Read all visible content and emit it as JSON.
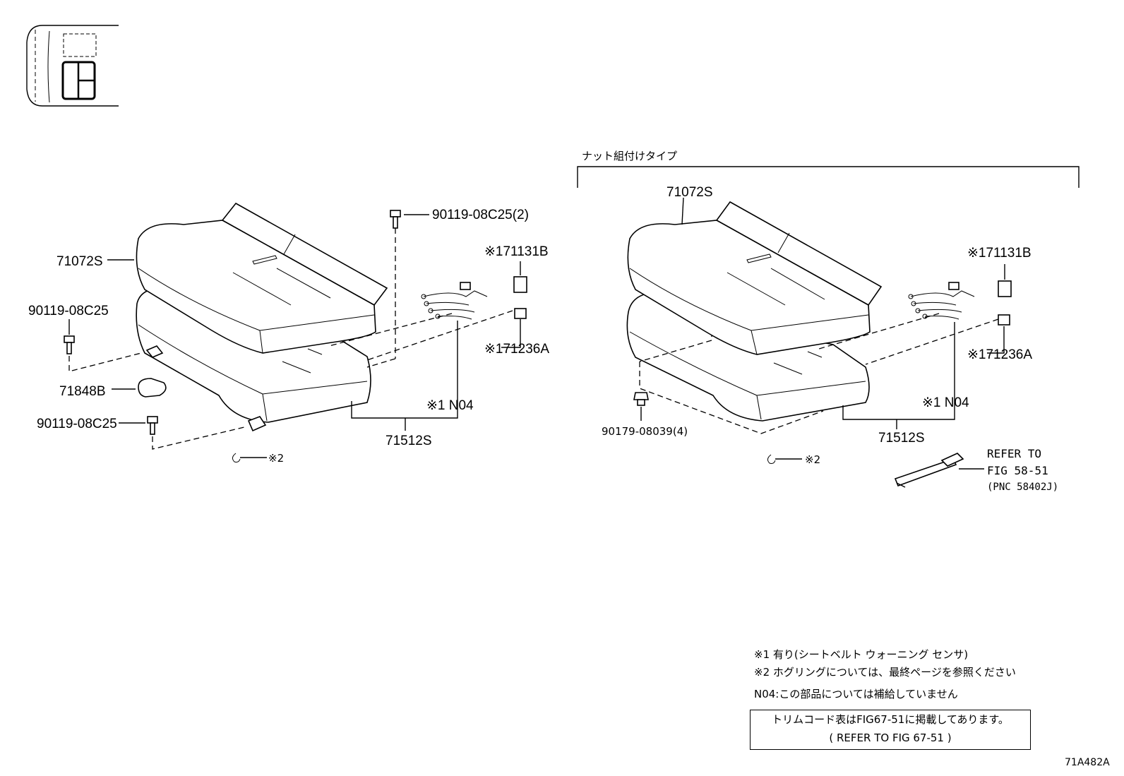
{
  "left_assembly": {
    "cushion_label": "71072S",
    "bolt_top_label": "90119-08C25(2)",
    "bolt_left_label": "90119-08C25",
    "cover_label": "71848B",
    "bolt_bottom_label": "90119-08C25",
    "sensor_pad_label": "※171131B",
    "sensor_clip_label": "※171236A",
    "n04_label": "※1 N04",
    "frame_label": "71512S",
    "hog_ring_label": "※2"
  },
  "right_assembly": {
    "type_caption": "ナット組付けタイプ",
    "cushion_label": "71072S",
    "sensor_pad_label": "※171131B",
    "sensor_clip_label": "※171236A",
    "n04_label": "※1 N04",
    "frame_label": "71512S",
    "nut_label": "90179-08039(4)",
    "hog_ring_label": "※2",
    "refer_line1": "REFER TO",
    "refer_line2": "FIG 58-51",
    "refer_line3": "(PNC 58402J)"
  },
  "notes": {
    "note1": "※1 有り(シートベルト ウォーニング センサ)",
    "note2": "※2 ホグリングについては、最終ページを参照ください",
    "note3": "N04:この部品については補給していません"
  },
  "trim_box": {
    "line1": "トリムコード表はFIG67-51に掲載してあります。",
    "line2": "( REFER TO FIG 67-51 )"
  },
  "drawing_number": "71A482A"
}
